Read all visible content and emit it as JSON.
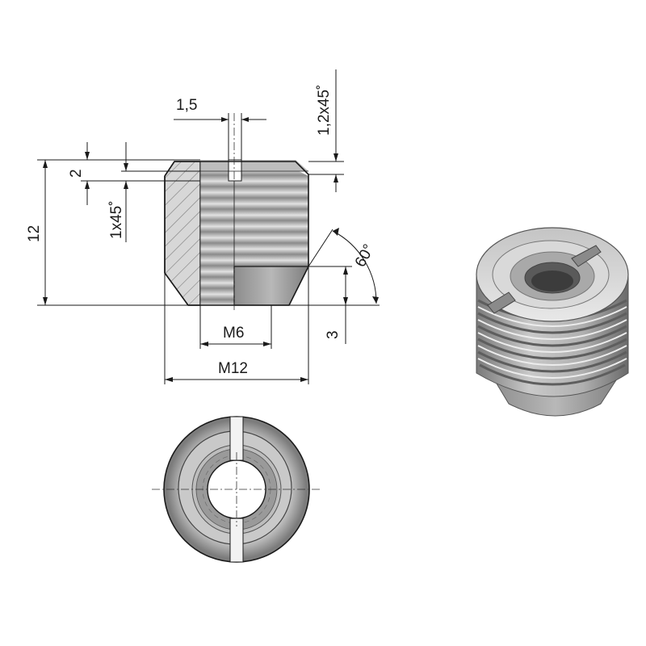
{
  "drawing": {
    "dimensions": {
      "slot_width": "1,5",
      "top_chamfer": "1,2x45˚",
      "depth_2": "2",
      "inner_chamfer": "1x45˚",
      "height": "12",
      "angle": "60°",
      "thread_inner": "M6",
      "thread_outer": "M12",
      "cone_height": "3"
    },
    "colors": {
      "stroke": "#1a1a1a",
      "metal_light": "#d8d8d8",
      "metal_mid": "#a8a8a8",
      "metal_dark": "#6e6e6e"
    }
  }
}
